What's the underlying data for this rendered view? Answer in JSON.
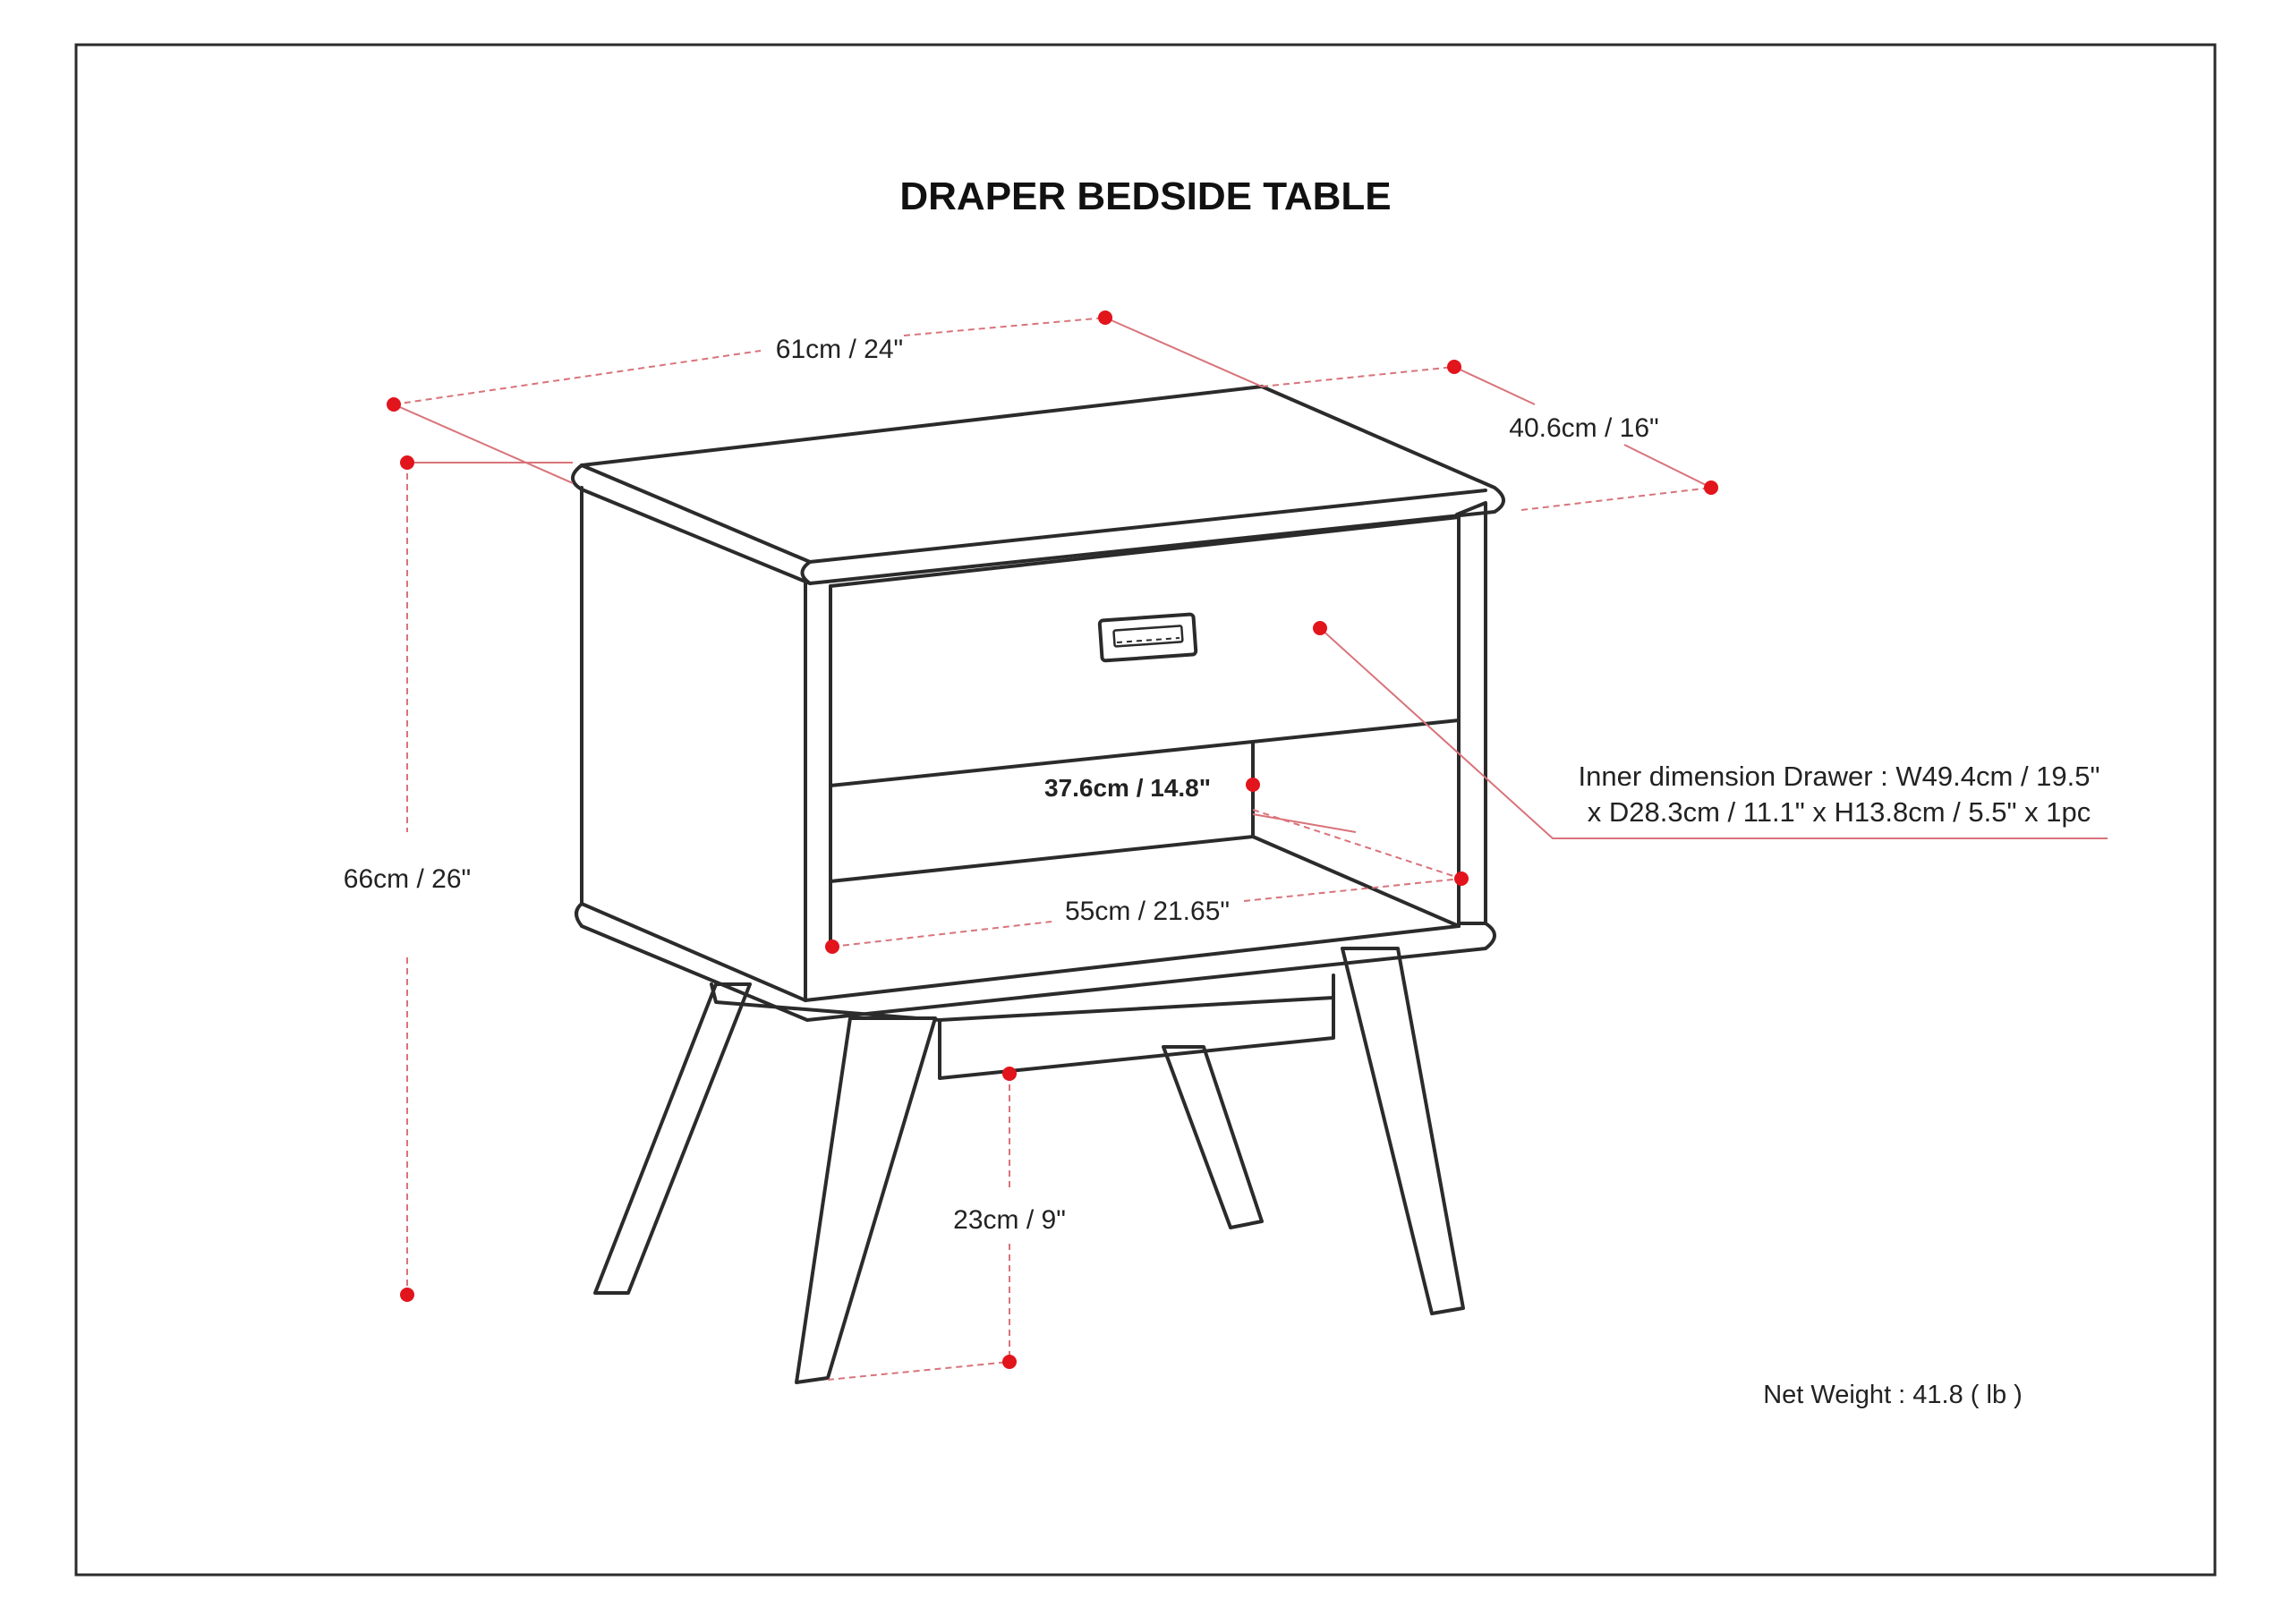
{
  "title": "DRAPER BEDSIDE TABLE",
  "dimensions": {
    "width": "61cm / 24\"",
    "depth": "40.6cm / 16\"",
    "height": "66cm / 26\"",
    "inner_shelf_height": "37.6cm / 14.8\"",
    "inner_shelf_width": "55cm / 21.65\"",
    "clearance": "23cm / 9\""
  },
  "drawer_note": {
    "line1": "Inner dimension Drawer : W49.4cm / 19.5\"",
    "line2": "x D28.3cm / 11.1\" x H13.8cm / 5.5\" x 1pc"
  },
  "net_weight": "Net Weight : 41.8 ( lb )",
  "colors": {
    "marker": "#e2141c",
    "dimension_line": "#d9737a",
    "outline": "#2b2b2b"
  }
}
